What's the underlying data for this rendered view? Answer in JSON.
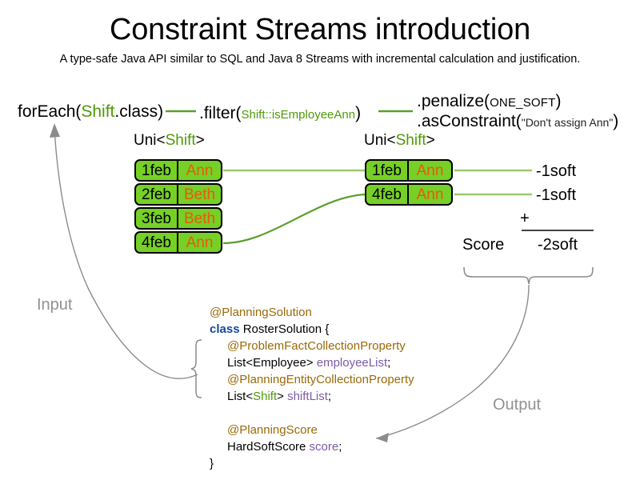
{
  "header": {
    "title": "Constraint Streams introduction",
    "subtitle": "A type-safe Java API similar to SQL and Java 8 Streams with incremental calculation and justification."
  },
  "pipeline": {
    "for_each": {
      "call": "forEach(",
      "arg_type": "Shift",
      "arg_rest": ".class)"
    },
    "filter": {
      "call": ".filter(",
      "arg": "Shift::isEmployeeAnn",
      "close": ")"
    },
    "penalize": {
      "call": ".penalize(",
      "arg": "ONE_SOFT",
      "close": ")"
    },
    "as_constraint": {
      "call": ".asConstraint(",
      "arg": "\"Don't assign Ann\"",
      "close": ")"
    },
    "stream_type_left": {
      "prefix": "Uni<",
      "type": "Shift",
      "suffix": ">"
    },
    "stream_type_right": {
      "prefix": "Uni<",
      "type": "Shift",
      "suffix": ">"
    }
  },
  "tuples": {
    "left": [
      {
        "date": "1feb",
        "name": "Ann"
      },
      {
        "date": "2feb",
        "name": "Beth"
      },
      {
        "date": "3feb",
        "name": "Beth"
      },
      {
        "date": "4feb",
        "name": "Ann"
      }
    ],
    "right": [
      {
        "date": "1feb",
        "name": "Ann"
      },
      {
        "date": "4feb",
        "name": "Ann"
      }
    ]
  },
  "score": {
    "penalties": [
      "-1soft",
      "-1soft"
    ],
    "operator": "+",
    "label": "Score",
    "total": "-2soft"
  },
  "guides": {
    "input": "Input",
    "output": "Output"
  },
  "code": {
    "lines": [
      {
        "parts": [
          {
            "t": "@PlanningSolution",
            "c": "anno"
          }
        ],
        "indent": 0
      },
      {
        "parts": [
          {
            "t": "class",
            "c": "kw"
          },
          {
            "t": " RosterSolution {",
            "c": ""
          }
        ],
        "indent": 0
      },
      {
        "parts": [
          {
            "t": "@ProblemFactCollectionProperty",
            "c": "anno"
          }
        ],
        "indent": 1
      },
      {
        "parts": [
          {
            "t": "List<Employee> ",
            "c": ""
          },
          {
            "t": "employeeList",
            "c": "fld"
          },
          {
            "t": ";",
            "c": ""
          }
        ],
        "indent": 1
      },
      {
        "parts": [
          {
            "t": "@PlanningEntityCollectionProperty",
            "c": "anno"
          }
        ],
        "indent": 1
      },
      {
        "parts": [
          {
            "t": "List<",
            "c": ""
          },
          {
            "t": "Shift",
            "c": "typ"
          },
          {
            "t": "> ",
            "c": ""
          },
          {
            "t": "shiftList",
            "c": "fld"
          },
          {
            "t": ";",
            "c": ""
          }
        ],
        "indent": 1
      },
      {
        "parts": [
          {
            "t": "",
            "c": ""
          }
        ],
        "indent": 0
      },
      {
        "parts": [
          {
            "t": "@PlanningScore",
            "c": "anno"
          }
        ],
        "indent": 1
      },
      {
        "parts": [
          {
            "t": "HardSoftScore ",
            "c": ""
          },
          {
            "t": "score",
            "c": "fld"
          },
          {
            "t": ";",
            "c": ""
          }
        ],
        "indent": 1
      },
      {
        "parts": [
          {
            "t": "}",
            "c": ""
          }
        ],
        "indent": 0
      }
    ]
  },
  "colors": {
    "pill_fill": "#76d026",
    "pill_border": "#000000",
    "name_text": "#e8590c",
    "type_green": "#4e9a06",
    "connector_light": "#9ccb6a",
    "connector_dark": "#5aa02c",
    "guide_gray": "#919191",
    "annotation": "#9a6a08",
    "keyword": "#14489b",
    "field": "#7d5ba6"
  }
}
